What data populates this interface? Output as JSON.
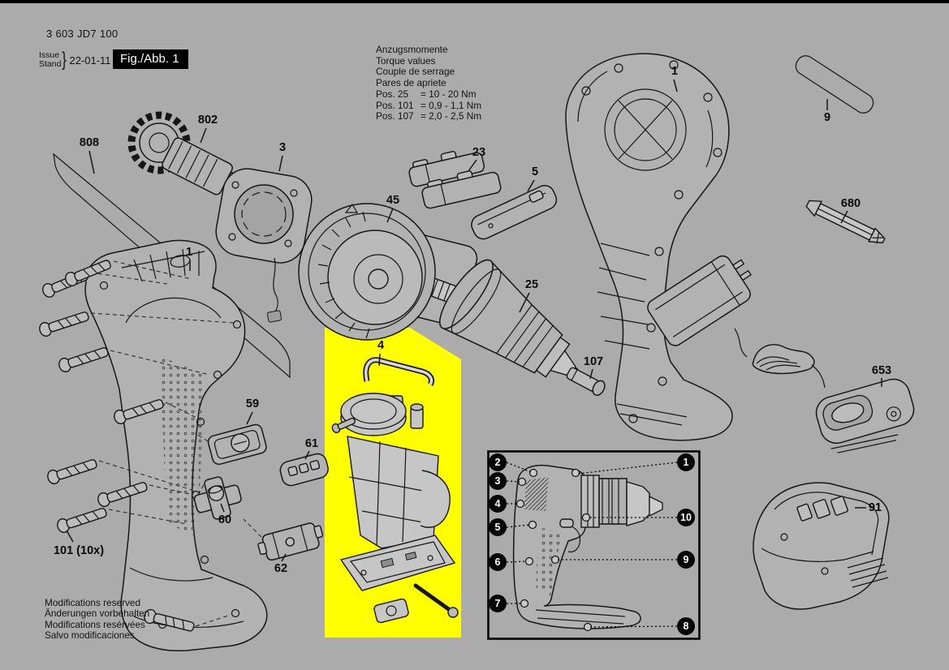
{
  "page": {
    "background": "#ababab",
    "top_bar_color": "#000000",
    "highlight_color": "#ffff00"
  },
  "header": {
    "part_number": "3 603 JD7 100",
    "issue_label": "Issue",
    "stand_label": "Stand",
    "date": "22-01-11",
    "figure_label": "Fig./Abb. 1"
  },
  "torque": {
    "title_lines": [
      "Anzugsmomente",
      "Torque values",
      "Couple de serrage",
      "Pares de apriete"
    ],
    "entries": [
      {
        "pos": "Pos. 25",
        "value": "= 10 - 20 Nm"
      },
      {
        "pos": "Pos. 101",
        "value": "= 0,9 - 1,1 Nm"
      },
      {
        "pos": "Pos. 107",
        "value": "= 2,0 - 2,5 Nm"
      }
    ]
  },
  "footer": {
    "lines": [
      "Modifications reserved",
      "Änderungen vorbehalten",
      "Modifications resérvées",
      "Salvo modificaciones"
    ]
  },
  "parts": [
    {
      "label": "808"
    },
    {
      "label": "802"
    },
    {
      "label": "3"
    },
    {
      "label": "23"
    },
    {
      "label": "45"
    },
    {
      "label": "5"
    },
    {
      "label": "1"
    },
    {
      "label": "9"
    },
    {
      "label": "680"
    },
    {
      "label": "25"
    },
    {
      "label": "107"
    },
    {
      "label": "653"
    },
    {
      "label": "1"
    },
    {
      "label": "59"
    },
    {
      "label": "61"
    },
    {
      "label": "60"
    },
    {
      "label": "62"
    },
    {
      "label": "4"
    },
    {
      "label": "101 (10x)"
    },
    {
      "label": "91"
    }
  ],
  "inset": {
    "callouts": [
      {
        "label": "2"
      },
      {
        "label": "3"
      },
      {
        "label": "4"
      },
      {
        "label": "5"
      },
      {
        "label": "6"
      },
      {
        "label": "7"
      },
      {
        "label": "1"
      },
      {
        "label": "10"
      },
      {
        "label": "9"
      },
      {
        "label": "8"
      }
    ]
  }
}
